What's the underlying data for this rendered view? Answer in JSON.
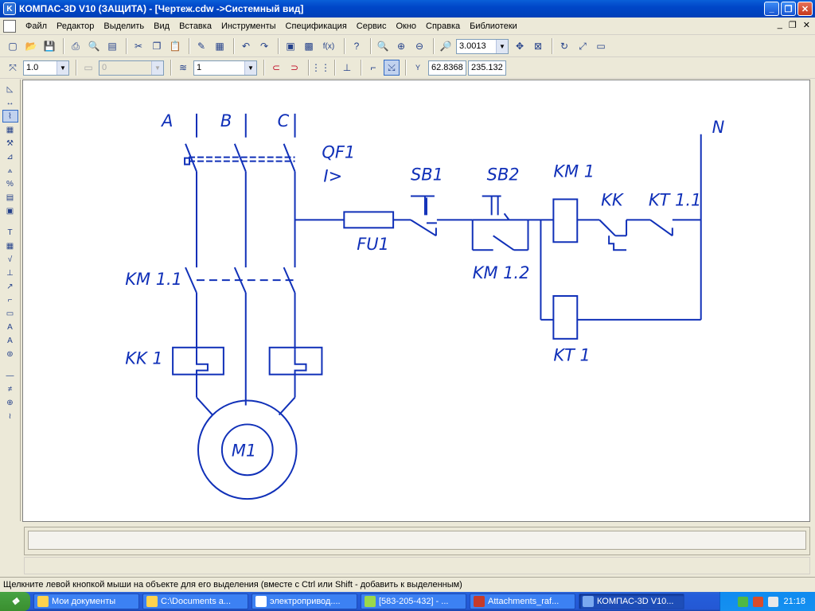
{
  "window": {
    "title": "КОМПАС-3D V10 (ЗАЩИТА) - [Чертеж.cdw ->Системный вид]",
    "app_icon": "kompas-icon",
    "btn_minimize": "_",
    "btn_maximize": "❐",
    "btn_close": "✕"
  },
  "menu": {
    "items": [
      "Файл",
      "Редактор",
      "Выделить",
      "Вид",
      "Вставка",
      "Инструменты",
      "Спецификация",
      "Сервис",
      "Окно",
      "Справка",
      "Библиотеки"
    ],
    "right_min": "_",
    "right_restore": "❐",
    "right_close": "✕"
  },
  "toolbar1": {
    "zoom_value": "3.0013",
    "fx_label": "f(x)"
  },
  "toolbar2": {
    "scale_value": "1.0",
    "layer_disabled_value": "0",
    "style_value": "1",
    "coord_x": "62.8368",
    "coord_y": "235.132",
    "coord_label": "Y"
  },
  "drawing": {
    "labels": {
      "phase_a": "A",
      "phase_b": "B",
      "phase_c": "C",
      "neutral": "N",
      "qf1": "QF1",
      "qf1_sub": "I>",
      "fu1": "FU1",
      "sb1": "SB1",
      "sb2": "SB2",
      "km1": "KM 1",
      "kk": "KK",
      "kt11": "KT 1.1",
      "km12": "KM 1.2",
      "km11": "KM 1.1",
      "kk1": "KK 1",
      "kt1": "KT 1",
      "m1": "M1"
    },
    "line_color": "#1030b8"
  },
  "status": {
    "hint": "Щелкните левой кнопкой мыши на объекте для его выделения (вместе с Ctrl или Shift - добавить к выделенным)"
  },
  "taskbar": {
    "start_label": "",
    "tasks": [
      {
        "label": "Мои документы",
        "active": false
      },
      {
        "label": "C:\\Documents a...",
        "active": false
      },
      {
        "label": "электропривод....",
        "active": false
      },
      {
        "label": "[583-205-432] - ...",
        "active": false
      },
      {
        "label": "Attachments_raf...",
        "active": false
      },
      {
        "label": "КОМПАС-3D V10...",
        "active": true
      }
    ],
    "clock": "21:18"
  }
}
